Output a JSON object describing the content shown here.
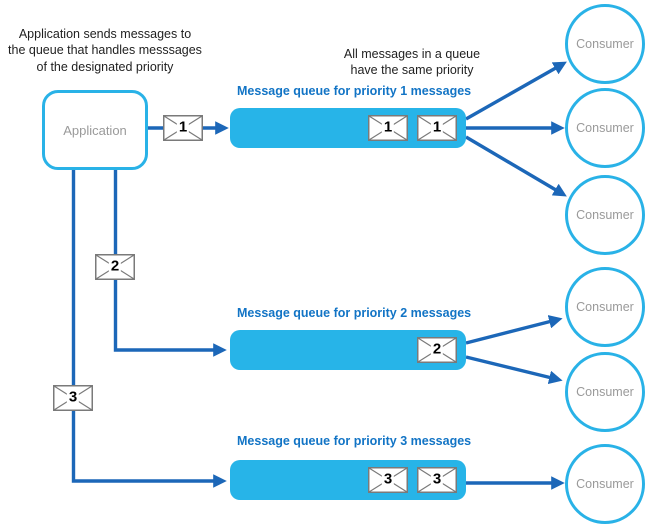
{
  "diagram": {
    "annotations": {
      "app_note": "Application sends messages to\nthe queue that handles messsages\nof the designated priority",
      "queue_note": "All messages in a queue\nhave the same priority"
    },
    "application_label": "Application",
    "queues": [
      {
        "label": "Message queue for priority 1 messages",
        "messages": [
          "1",
          "1"
        ]
      },
      {
        "label": "Message queue for priority 2 messages",
        "messages": [
          "2"
        ]
      },
      {
        "label": "Message queue for priority 3 messages",
        "messages": [
          "3",
          "3"
        ]
      }
    ],
    "route_envelopes": [
      "1",
      "2",
      "3"
    ],
    "consumers": [
      {
        "label": "Consumer"
      },
      {
        "label": "Consumer"
      },
      {
        "label": "Consumer"
      },
      {
        "label": "Consumer"
      },
      {
        "label": "Consumer"
      },
      {
        "label": "Consumer"
      }
    ],
    "colors": {
      "queue_fill": "#27b4e8",
      "cyan_border": "#29b2e7",
      "arrow_blue": "#1c67b8",
      "label_blue": "#1274c5",
      "gray_text": "#9a9a9a",
      "envelope_border": "#7a7a7a"
    }
  }
}
